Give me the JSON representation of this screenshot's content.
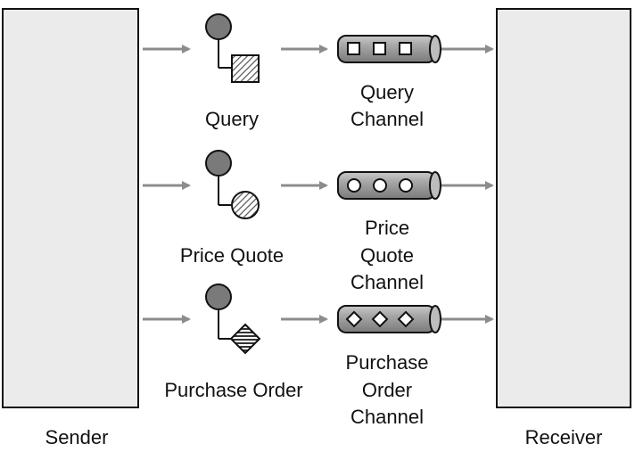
{
  "sender": {
    "label": "Sender"
  },
  "receiver": {
    "label": "Receiver"
  },
  "rows": [
    {
      "message_label": "Query",
      "message_shape": "square-hatched-icon",
      "channel_label": [
        "Query",
        "Channel"
      ],
      "channel_marker": "square"
    },
    {
      "message_label": "Price Quote",
      "message_shape": "circle-hatched-icon",
      "channel_label": [
        "Price",
        "Quote",
        "Channel"
      ],
      "channel_marker": "circle"
    },
    {
      "message_label": "Purchase Order",
      "message_shape": "diamond-striped-icon",
      "channel_label": [
        "Purchase",
        "Order",
        "Channel"
      ],
      "channel_marker": "diamond"
    }
  ],
  "colors": {
    "box_fill": "#ebebeb",
    "arrow": "#8c8c8c",
    "node_fill": "#7a7a7a",
    "channel_fill": "#9a9a9a"
  }
}
